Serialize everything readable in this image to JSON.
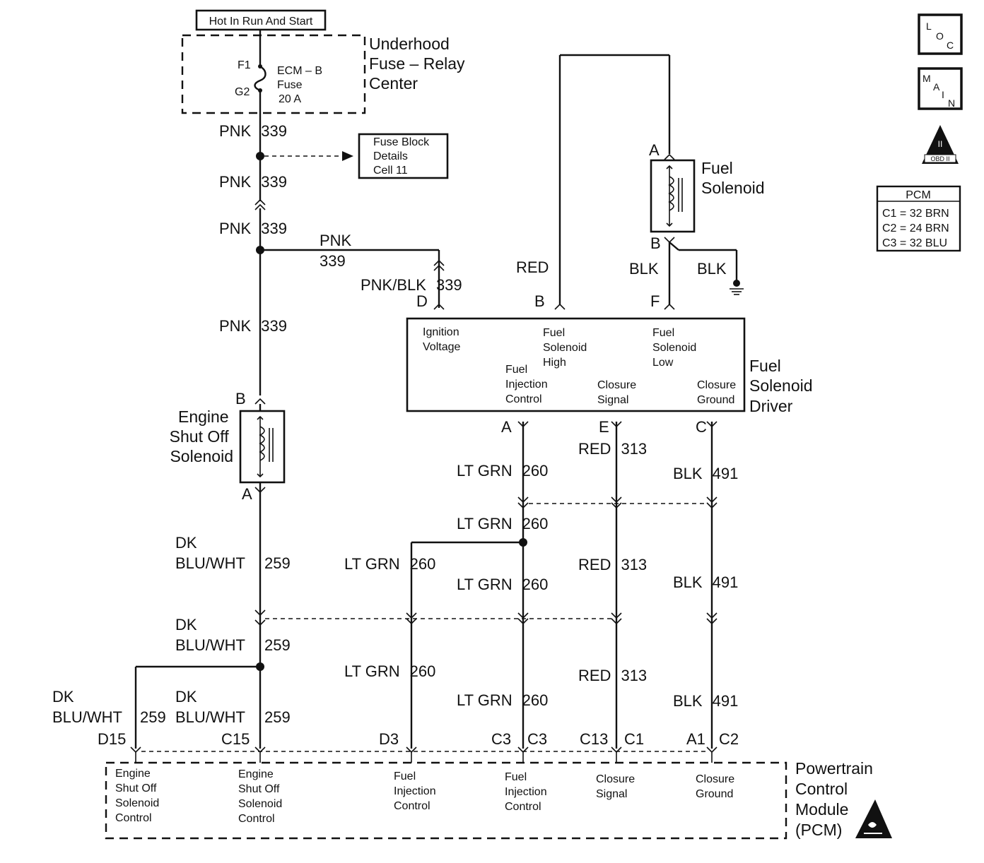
{
  "power": {
    "hot_label": "Hot In Run And Start",
    "relay_center": [
      "Underhood",
      "Fuse – Relay",
      "Center"
    ],
    "fuse_f1": "F1",
    "fuse_g2": "G2",
    "fuse_name": [
      "ECM – B",
      "Fuse",
      "20 A"
    ],
    "fuse_block_ref": [
      "Fuse Block",
      "Details",
      "Cell 11"
    ]
  },
  "icons": {
    "loc": [
      "L",
      "O",
      "C"
    ],
    "main": [
      "M",
      "A",
      "I",
      "N"
    ],
    "obd": [
      "II",
      "OBD II"
    ]
  },
  "pcm_table": {
    "title": "PCM",
    "rows": [
      "C1 = 32 BRN",
      "C2 = 24 BRN",
      "C3 = 32 BLU"
    ]
  },
  "wires": {
    "pnk_339_a": [
      "PNK",
      "339"
    ],
    "pnk_339_b": [
      "PNK",
      "339"
    ],
    "pnk_339_c": [
      "PNK",
      "339"
    ],
    "pnk_339_d": [
      "PNK",
      "339"
    ],
    "pnk_branch": [
      "PNK",
      "339"
    ],
    "pnkblk_339": [
      "PNK/BLK",
      "339"
    ],
    "red_top": "RED",
    "blk_top": "BLK",
    "blk_ground": "BLK",
    "ltgrn_260_a": [
      "LT GRN",
      "260"
    ],
    "ltgrn_260_b": [
      "LT GRN",
      "260"
    ],
    "ltgrn_260_c": [
      "LT GRN",
      "260"
    ],
    "ltgrn_260_d": [
      "LT GRN",
      "260"
    ],
    "ltgrn_260_e": [
      "LT GRN",
      "260"
    ],
    "ltgrn_260_f": [
      "LT GRN",
      "260"
    ],
    "red_313_a": [
      "RED",
      "313"
    ],
    "red_313_b": [
      "RED",
      "313"
    ],
    "red_313_c": [
      "RED",
      "313"
    ],
    "blk_491_a": [
      "BLK",
      "491"
    ],
    "blk_491_b": [
      "BLK",
      "491"
    ],
    "blk_491_c": [
      "BLK",
      "491"
    ],
    "dkbluwht_259_a": [
      "DK",
      "BLU/WHT",
      "259"
    ],
    "dkbluwht_259_b": [
      "DK",
      "BLU/WHT",
      "259"
    ],
    "dkbluwht_259_c": [
      "DK",
      "BLU/WHT",
      "259"
    ],
    "dkbluwht_259_d": [
      "DK",
      "BLU/WHT",
      "259"
    ]
  },
  "fuel_solenoid": {
    "name": [
      "Fuel",
      "Solenoid"
    ],
    "pin_a": "A",
    "pin_b": "B"
  },
  "shutoff_solenoid": {
    "name": [
      "Engine",
      "Shut Off",
      "Solenoid"
    ],
    "pin_b": "B",
    "pin_a": "A"
  },
  "driver": {
    "name": [
      "Fuel",
      "Solenoid",
      "Driver"
    ],
    "ign": [
      "Ignition",
      "Voltage"
    ],
    "high": [
      "Fuel",
      "Solenoid",
      "High"
    ],
    "low": [
      "Fuel",
      "Solenoid",
      "Low"
    ],
    "inj": [
      "Fuel",
      "Injection",
      "Control"
    ],
    "cls": [
      "Closure",
      "Signal"
    ],
    "gnd": [
      "Closure",
      "Ground"
    ],
    "pin_d": "D",
    "pin_b": "B",
    "pin_f": "F",
    "pin_a": "A",
    "pin_e": "E",
    "pin_c": "C"
  },
  "pcm": {
    "name": [
      "Powertrain",
      "Control",
      "Module",
      "(PCM)"
    ],
    "eso1": [
      "Engine",
      "Shut Off",
      "Solenoid",
      "Control"
    ],
    "eso2": [
      "Engine",
      "Shut Off",
      "Solenoid",
      "Control"
    ],
    "inj1": [
      "Fuel",
      "Injection",
      "Control"
    ],
    "inj2": [
      "Fuel",
      "Injection",
      "Control"
    ],
    "cls": [
      "Closure",
      "Signal"
    ],
    "gnd": [
      "Closure",
      "Ground"
    ],
    "pins": [
      "D15",
      "C15",
      "D3",
      "C3",
      "C3",
      "C13",
      "C1",
      "A1",
      "C2"
    ]
  }
}
